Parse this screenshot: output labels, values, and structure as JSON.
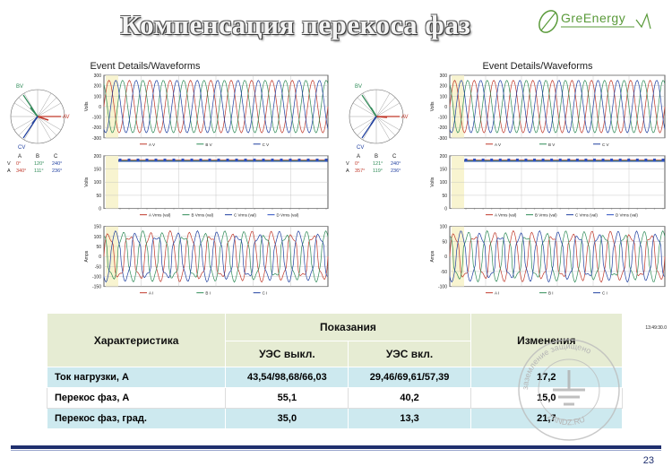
{
  "slide": {
    "title": "Компенсация перекоса фаз",
    "page_number": "23"
  },
  "logo": {
    "text": "GreEnergy"
  },
  "panels": [
    {
      "id": "left",
      "title": "Event Details/Waveforms",
      "phasor": {
        "labels": [
          "BV",
          "AV",
          "CV"
        ],
        "table_header": [
          "A",
          "B",
          "C"
        ],
        "row_v": [
          "V",
          "0°",
          "120°",
          "240°"
        ],
        "row_a": [
          "A",
          "340°",
          "111°",
          "236°"
        ]
      },
      "charts": [
        {
          "ylabel": "Volts",
          "yticks": [
            "300",
            "200",
            "100",
            "0",
            "-100",
            "-200",
            "-300"
          ],
          "legend": [
            "A V",
            "B V",
            "C V"
          ]
        },
        {
          "ylabel": "Volts",
          "yticks": [
            "200",
            "150",
            "100",
            "50",
            "0"
          ],
          "legend": [
            "A Vrms (val)",
            "B Vrms (val)",
            "C Vrms (val)",
            "D Vrms (val)"
          ]
        },
        {
          "ylabel": "Amps",
          "yticks": [
            "150",
            "100",
            "50",
            "0",
            "-50",
            "-100",
            "-150"
          ],
          "legend": [
            "A I",
            "B I",
            "C I"
          ]
        }
      ]
    },
    {
      "id": "right",
      "title": "Event Details/Waveforms",
      "phasor": {
        "labels": [
          "BV",
          "AV",
          "CV"
        ],
        "table_header": [
          "A",
          "B",
          "C"
        ],
        "row_v": [
          "V",
          "0°",
          "121°",
          "240°"
        ],
        "row_a": [
          "A",
          "357°",
          "119°",
          "236°"
        ]
      },
      "charts": [
        {
          "ylabel": "Volts",
          "yticks": [
            "300",
            "200",
            "100",
            "0",
            "-100",
            "-200",
            "-300"
          ],
          "legend": [
            "A V",
            "B V",
            "C V"
          ]
        },
        {
          "ylabel": "Volts",
          "yticks": [
            "200",
            "150",
            "100",
            "50",
            "0"
          ],
          "legend": [
            "A Vrms (val)",
            "B Vrms (val)",
            "C Vrms (val)",
            "D Vrms (val)"
          ]
        },
        {
          "ylabel": "Amps",
          "yticks": [
            "100",
            "50",
            "0",
            "-50",
            "-100"
          ],
          "legend": [
            "A I",
            "B I",
            "C I"
          ]
        }
      ],
      "timestamp": "13:49:30.0"
    }
  ],
  "table": {
    "col_characteristic": "Характеристика",
    "col_readings": "Показания",
    "col_off": "УЭС выкл.",
    "col_on": "УЭС вкл.",
    "col_changes": "Изменения",
    "rows": [
      {
        "name": "Ток нагрузки, А",
        "off": "43,54/98,68/66,03",
        "on": "29,46/69,61/57,39",
        "change": "17,2"
      },
      {
        "name": "Перекос фаз, А",
        "off": "55,1",
        "on": "40,2",
        "change": "15,0"
      },
      {
        "name": "Перекос фаз, град.",
        "off": "35,0",
        "on": "13,3",
        "change": "21,7"
      }
    ]
  },
  "stamp": {
    "text_top": "заземление защищено",
    "text_bottom": "ZANDZ.RU"
  },
  "colors": {
    "phase_a": "#c0392b",
    "phase_b": "#2e8b57",
    "phase_c": "#1f3fa0",
    "rms": "#2b4fc0",
    "footer": "#1f2f6e"
  }
}
